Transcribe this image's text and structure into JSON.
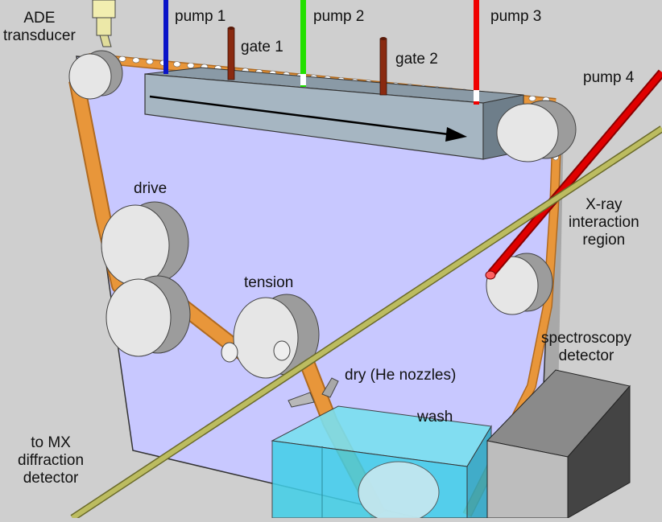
{
  "labels": {
    "ade_transducer": [
      "ADE",
      "transducer"
    ],
    "pump1": "pump 1",
    "pump2": "pump 2",
    "pump3": "pump 3",
    "pump4": "pump 4",
    "gate1": "gate 1",
    "gate2": "gate 2",
    "drive": "drive",
    "tension": "tension",
    "xray_region": [
      "X-ray",
      "interaction",
      "region"
    ],
    "spectroscopy": [
      "spectroscopy",
      "detector"
    ],
    "dry": "dry (He nozzles)",
    "wash": "wash",
    "mx_detector": [
      "to MX",
      "diffraction",
      "detector"
    ]
  },
  "colors": {
    "background": "#cfcfcf",
    "panel": "#c8c8ff",
    "belt": "#e8963a",
    "pump1": "#0a14c8",
    "pump2": "#22e000",
    "pump3": "#f00000",
    "pump4": "#d00000",
    "gate": "#8a2a10",
    "xray_beam": "#b8b85a",
    "wash_tank": "#40d0e8",
    "detector": "#505050"
  }
}
